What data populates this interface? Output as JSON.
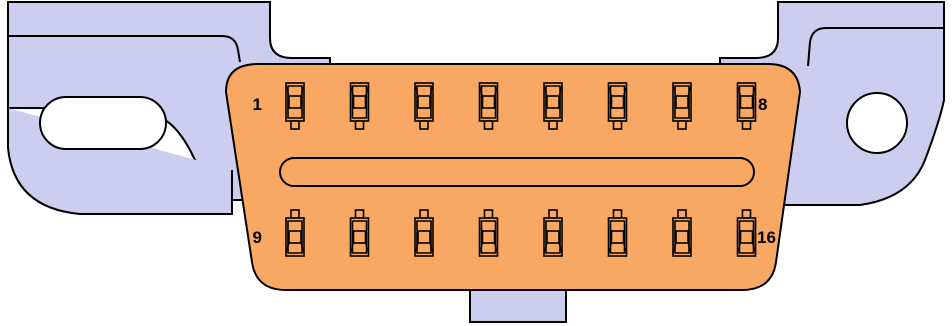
{
  "connector": {
    "colors": {
      "housing": "#f8a862",
      "bracket": "#cccdef",
      "stroke": "#000000"
    },
    "pin_labels": {
      "top_left": "1",
      "top_right": "8",
      "bottom_left": "9",
      "bottom_right": "16"
    },
    "top_row_pins": [
      1,
      2,
      3,
      4,
      5,
      6,
      7,
      8
    ],
    "bottom_row_pins": [
      9,
      10,
      11,
      12,
      13,
      14,
      15,
      16
    ]
  }
}
